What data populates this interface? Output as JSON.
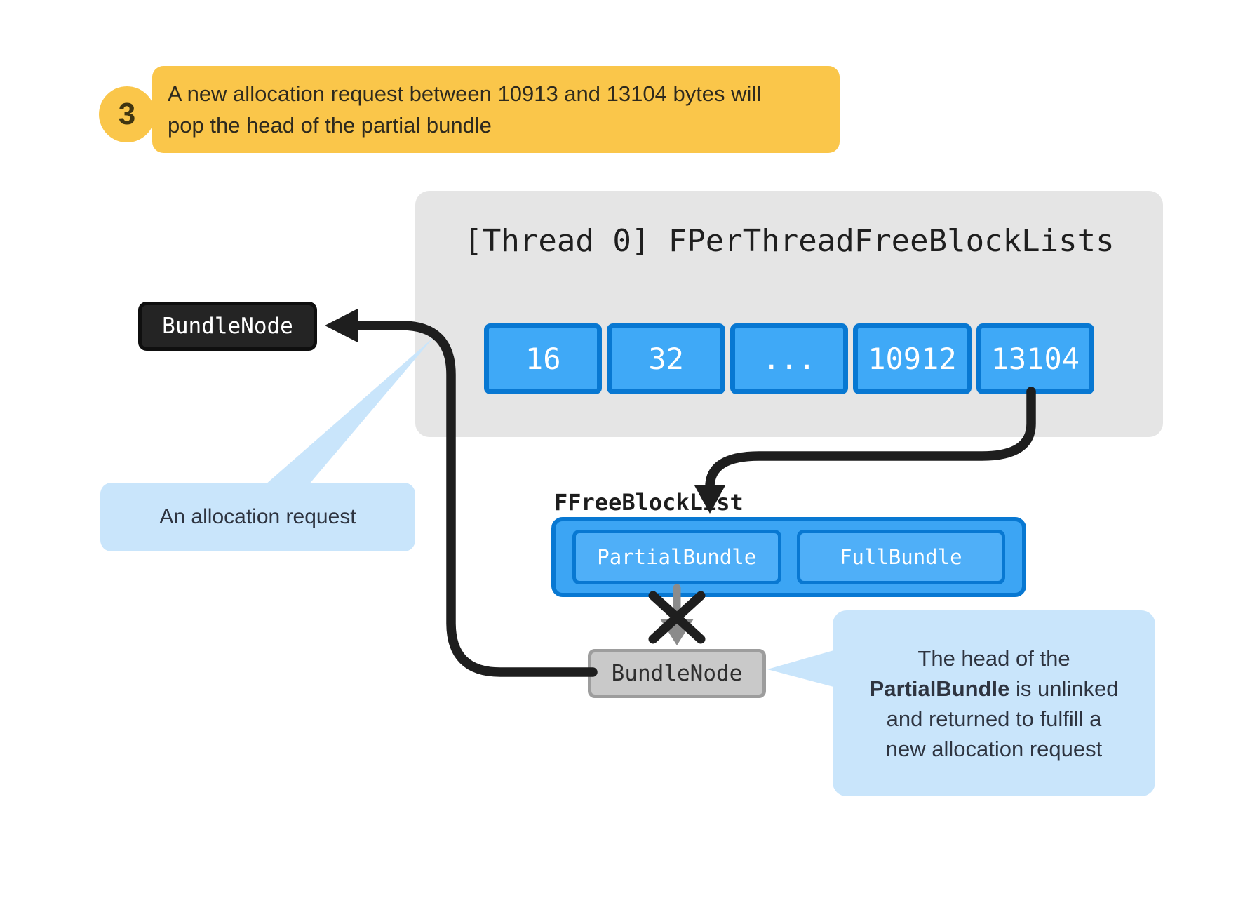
{
  "colors": {
    "yellow": "#FAC64A",
    "blue_border": "#0878D2",
    "cell_fill": "#3FA9F7",
    "bundle_fill_light": "#4FAFF8",
    "gray_panel": "#E5E5E5",
    "callout_blue": "#C9E5FB",
    "node_dark_fill": "#242424",
    "node_gray_fill": "#C9C9C9",
    "node_gray_border": "#9D9D9D",
    "stroke_dark": "#1E1E1E",
    "stroke_gray": "#8B8B8B"
  },
  "step_callout": {
    "number": "3",
    "line1": "A new allocation request between 10913 and 13104 bytes will",
    "line2": "pop the head of the partial bundle"
  },
  "thread_panel": {
    "title": "[Thread 0] FPerThreadFreeBlockLists",
    "cells": [
      "16",
      "32",
      "...",
      "10912",
      "13104"
    ]
  },
  "bundle_node_left": {
    "label": "BundleNode"
  },
  "allocation_callout": {
    "text": "An allocation request"
  },
  "free_block_list": {
    "label": "FFreeBlockList",
    "partial": "PartialBundle",
    "full": "FullBundle"
  },
  "bundle_node_bottom": {
    "label": "BundleNode"
  },
  "unlink_callout": {
    "line1": "The head of the",
    "line2_bold": "PartialBundle",
    "line2_rest": " is unlinked",
    "line3": "and returned to fulfill a",
    "line4": "new allocation request"
  }
}
